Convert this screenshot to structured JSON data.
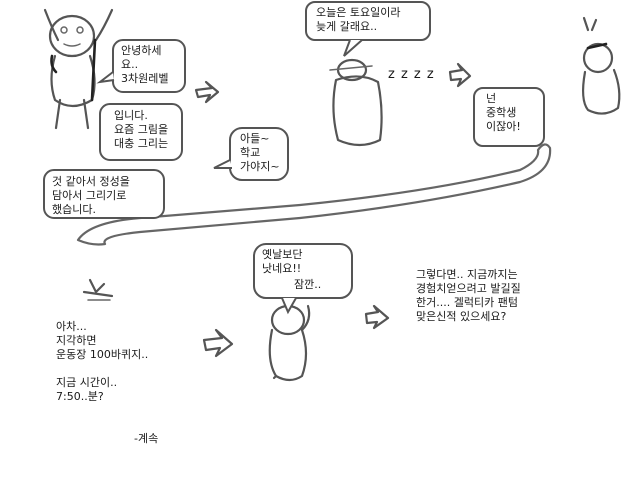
{
  "comic": {
    "panel1": {
      "bubble_a": "안녕하세\n요..\n3차원레벨",
      "bubble_b": "입니다.\n요즘 그림을\n대충 그리는",
      "bubble_c": "것 같아서 정성을\n담아서 그리기로\n했습니다."
    },
    "panel2": {
      "bubble_sleep": "오늘은 토요일이라\n늦게 갈래요..",
      "snore": "z z z z",
      "bubble_mom": "아들~\n학교\n가야지~",
      "bubble_you": "넌\n중학생\n이잖아!"
    },
    "panel3": {
      "bubble_old": "옛날보단\n낫네요!!",
      "bubble_sec": "잠깐..",
      "text_late": "아차...\n지각하면\n운동장 100바퀴지..\n\n지금 시간이..\n7:50..분?",
      "text_ending": "-계속",
      "text_question": "그렇다면.. 지금까지는\n경험치얻으려고 발길질\n한거.... 겔럭티카 팬텀\n맞은신적 있으세요?"
    }
  }
}
